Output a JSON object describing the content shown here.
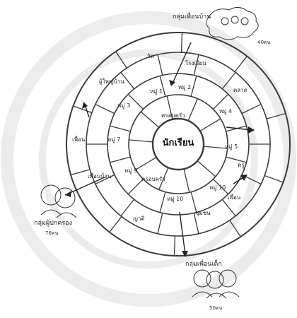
{
  "diagram": {
    "center_label": "นักเรียน",
    "inner_ring": {
      "labels": [
        "ครอบครัว",
        "ครอบครัว"
      ]
    },
    "middle_ring": {
      "labels": [
        "หมู่ 1",
        "หมู่ 2",
        "หมู่ 3",
        "หมู่ 4",
        "หมู่ 5",
        "หมู่ 7",
        "หมู่ 10",
        "หมู่ 10",
        "หมู่ 9"
      ]
    },
    "outer_ring": {
      "labels": [
        "โรงเรียน",
        "วัด",
        "ตลาด",
        "ผู้ใหญ่บ้าน",
        "เพื่อน",
        "ครู",
        "ชุมชน",
        "เพื่อนบ้าน",
        "ญาติ",
        "เพื่อน"
      ]
    },
    "groups": {
      "top_right": {
        "label": "กลุ่มเพื่อนบ้าน",
        "count": "40คน"
      },
      "left": {
        "label": "กลุ่มผู้ปกครอง",
        "count": "76คน"
      },
      "bottom": {
        "label": "กลุ่มเพื่อนเด็ก",
        "count": "50คน"
      }
    }
  }
}
